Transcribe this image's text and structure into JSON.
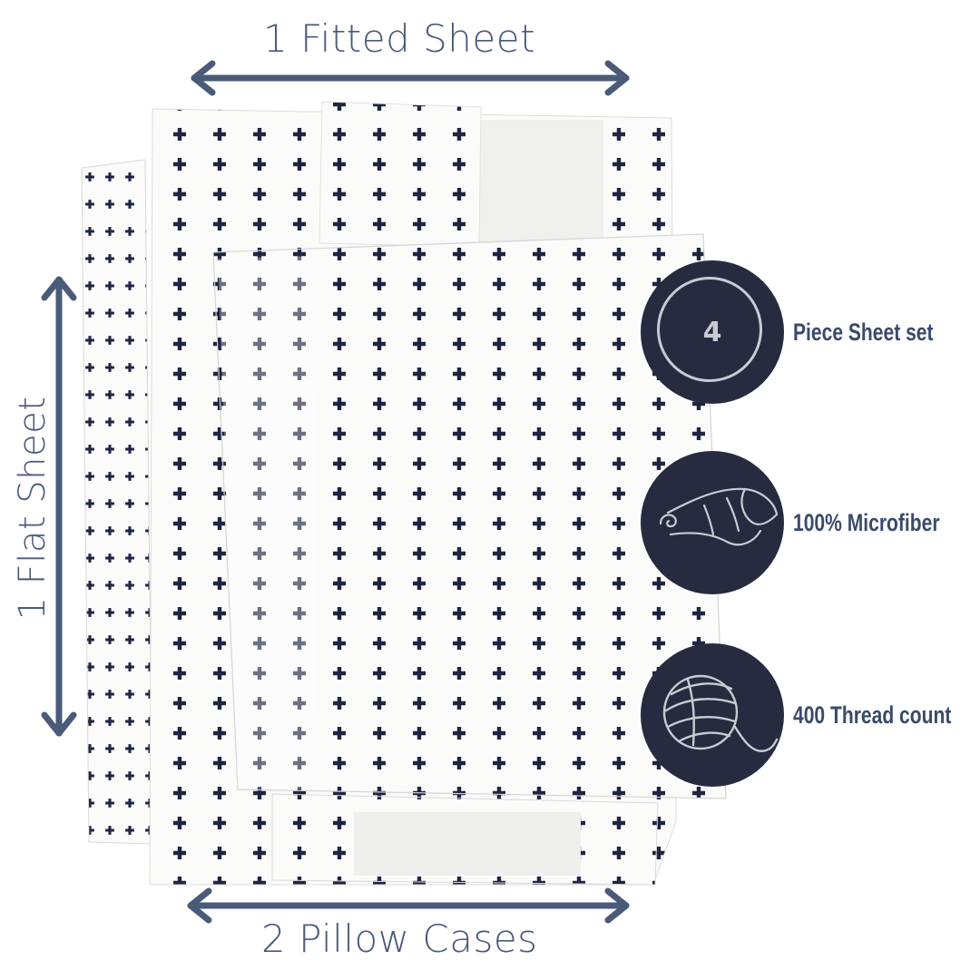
{
  "labels": {
    "fitted_sheet": "1 Fitted Sheet",
    "flat_sheet": "1 Flat Sheet",
    "pillow_cases": "2 Pillow Cases"
  },
  "features": [
    {
      "badge_text": "4",
      "icon": "number-circle-icon",
      "text": "Piece Sheet set"
    },
    {
      "badge_text": "",
      "icon": "fabric-roll-icon",
      "text": "100% Microfiber"
    },
    {
      "badge_text": "",
      "icon": "yarn-ball-icon",
      "text": "400 Thread count"
    }
  ],
  "colors": {
    "arrow": "#4a5a79",
    "badge_bg": "#262b40",
    "badge_line": "#c9cbd2",
    "feature_text": "#3a4a6a",
    "pattern": "#1f2540",
    "sheet": "#fbfbfa"
  }
}
